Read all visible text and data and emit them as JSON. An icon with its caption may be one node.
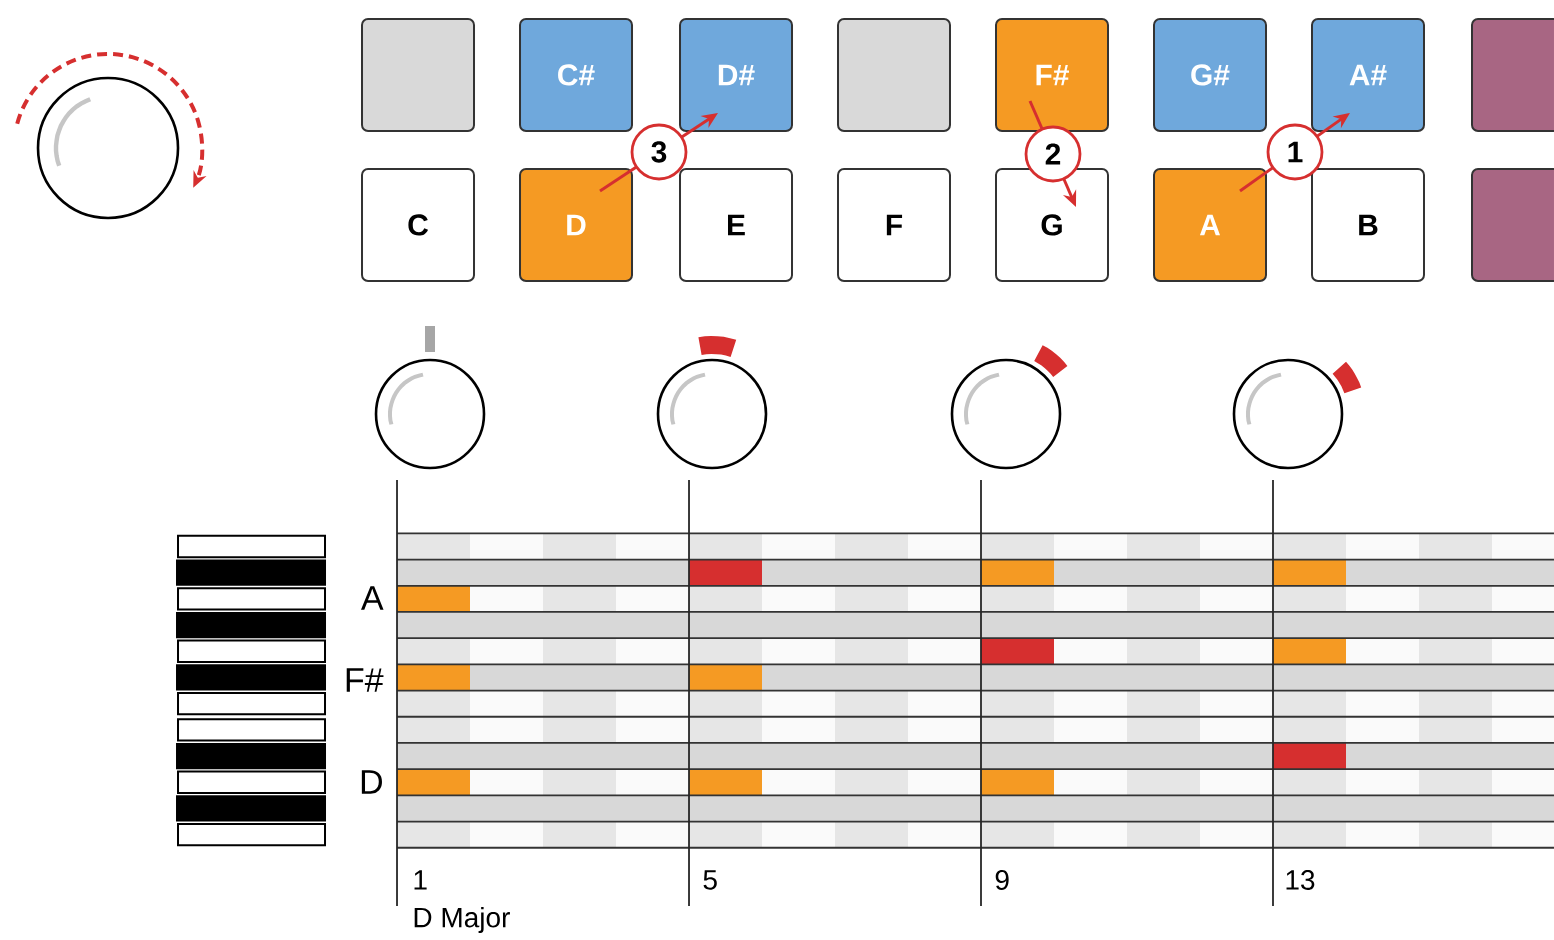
{
  "diagram": {
    "nodes": [
      {
        "text": [],
        "shape": "box"
      },
      {
        "text": [
          "C#"
        ]
      },
      {
        "text": [
          "D#"
        ]
      },
      {
        "text": [],
        "shape": "box"
      },
      {
        "text": [
          "F#"
        ]
      },
      {
        "text": [
          "G#"
        ]
      },
      {
        "text": [
          "A#"
        ]
      },
      {
        "text": [],
        "shape": "box"
      },
      {
        "text": [
          "C"
        ]
      },
      {
        "text": [
          "D"
        ]
      },
      {
        "text": [
          "E"
        ]
      },
      {
        "text": [
          "F"
        ]
      },
      {
        "text": [
          "G"
        ]
      },
      {
        "text": [
          "A"
        ]
      },
      {
        "text": [
          "B"
        ]
      },
      {
        "text": [],
        "shape": "box"
      }
    ],
    "edges": [
      {
        "from": 13,
        "to": 6,
        "arrow": "to",
        "label": "1"
      },
      {
        "from": 4,
        "to": 12,
        "arrow": "to",
        "label": "2"
      },
      {
        "from": 9,
        "to": 2,
        "arrow": "to",
        "label": "3"
      }
    ],
    "labels": [
      "A",
      "F#",
      "D",
      "1",
      "5",
      "9",
      "13",
      "D Major"
    ]
  }
}
